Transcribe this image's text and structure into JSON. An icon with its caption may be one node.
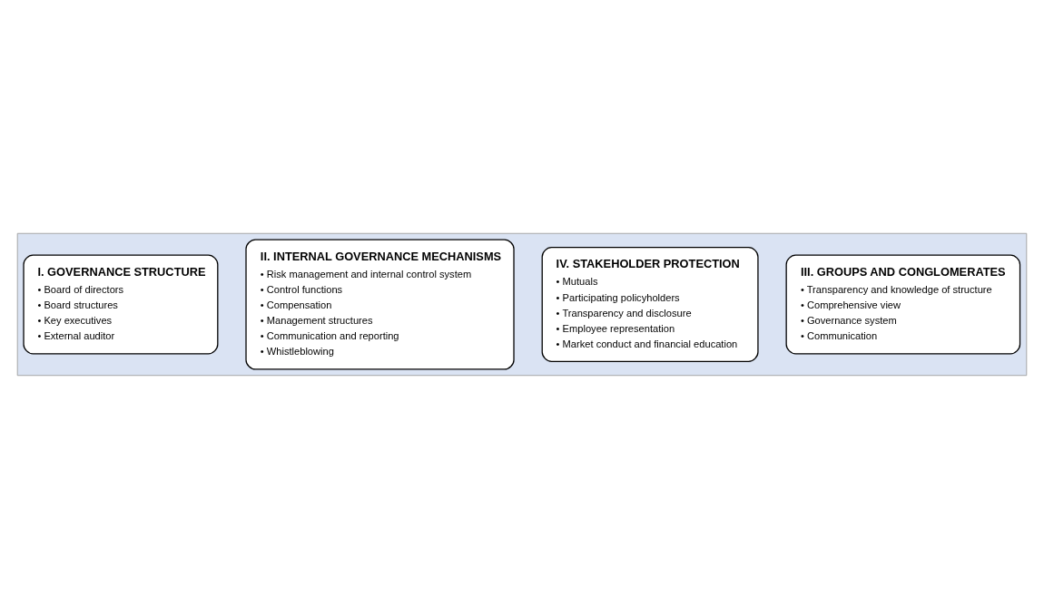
{
  "diagram": {
    "nodes": [
      {
        "text": [],
        "shape": "box"
      },
      {
        "text": [
          "I. GOVERNANCE STRUCTURE",
          "• Board of directors",
          "• Board structures",
          "• Key executives",
          "• External auditor"
        ],
        "in": 0
      },
      {
        "text": [
          "II. INTERNAL GOVERNANCE MECHANISMS",
          "• Risk management and internal control system",
          "• Control functions",
          "• Compensation",
          "• Management structures",
          "• Communication and reporting",
          "• Whistleblowing"
        ],
        "in": 0
      },
      {
        "text": [
          "IV. STAKEHOLDER PROTECTION",
          "• Mutuals",
          "• Participating policyholders",
          "• Transparency and disclosure",
          "• Employee representation",
          "• Market conduct and financial education"
        ],
        "in": 0
      },
      {
        "text": [
          "III. GROUPS AND CONGLOMERATES",
          "• Transparency and knowledge of structure",
          "• Comprehensive view",
          "• Governance system",
          "• Communication"
        ],
        "in": 0
      }
    ],
    "edges": []
  }
}
